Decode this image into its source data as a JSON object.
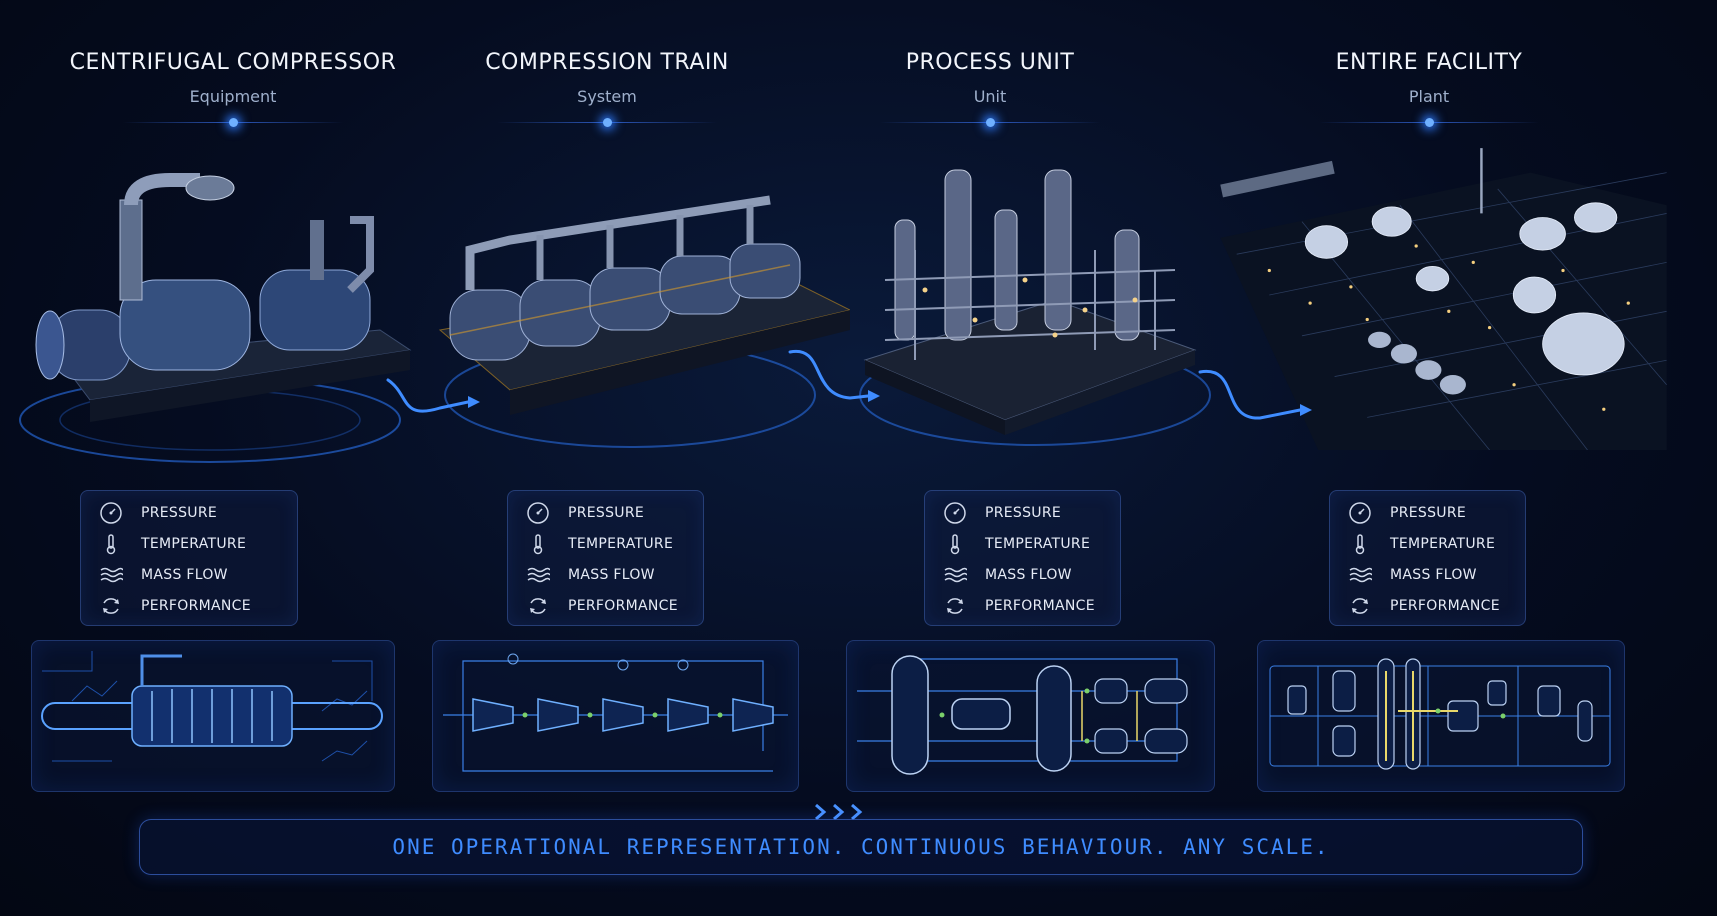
{
  "columns": [
    {
      "title": "CENTRIFUGAL COMPRESSOR",
      "subtitle": "Equipment"
    },
    {
      "title": "COMPRESSION TRAIN",
      "subtitle": "System"
    },
    {
      "title": "PROCESS UNIT",
      "subtitle": "Unit"
    },
    {
      "title": "ENTIRE FACILITY",
      "subtitle": "Plant"
    }
  ],
  "metrics": [
    {
      "label": "PRESSURE",
      "icon": "gauge-icon"
    },
    {
      "label": "TEMPERATURE",
      "icon": "thermometer-icon"
    },
    {
      "label": "MASS FLOW",
      "icon": "waves-icon"
    },
    {
      "label": "PERFORMANCE",
      "icon": "cycle-icon"
    }
  ],
  "tagline": "ONE OPERATIONAL REPRESENTATION. CONTINUOUS BEHAVIOUR. ANY SCALE.",
  "colors": {
    "accent": "#2e7bff",
    "glow": "#6fb0ff",
    "bg": "#050c20"
  }
}
